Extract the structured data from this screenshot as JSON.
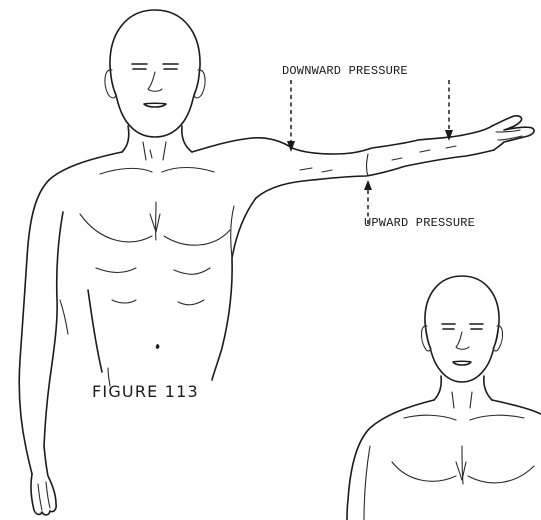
{
  "annotations": {
    "downward": "DOWNWARD PRESSURE",
    "upward": "UPWARD PRESSURE"
  },
  "figure": {
    "caption": "FIGURE 113"
  },
  "colors": {
    "ink": "#1b1b1b",
    "paper": "#ffffff"
  }
}
